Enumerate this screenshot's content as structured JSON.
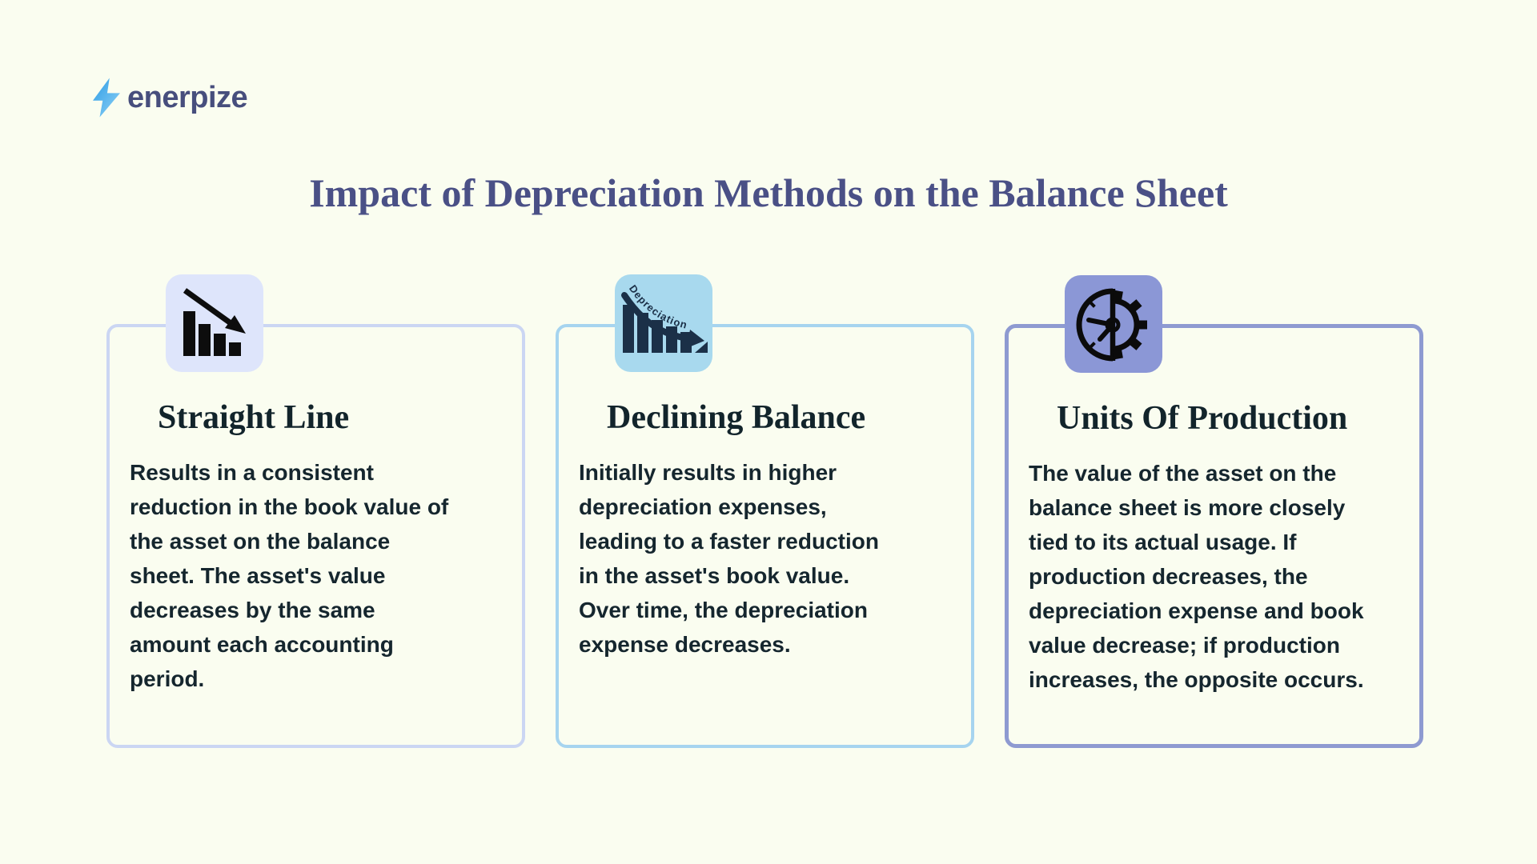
{
  "page": {
    "background_color": "#fafdf0"
  },
  "logo": {
    "text": "enerpize",
    "text_color": "#474e7d",
    "icon": "lightning-bolt-icon",
    "bolt_colors": [
      "#2d9ce5",
      "#8fd2f6"
    ]
  },
  "title": {
    "text": "Impact of Depreciation Methods on the Balance Sheet",
    "color": "#4a5086"
  },
  "cards": [
    {
      "id": "straight-line",
      "title": "Straight Line",
      "body": "Results in a consistent\nreduction in the book value of\nthe asset on the balance\nsheet. The asset's value\ndecreases by the same\namount each accounting\nperiod.",
      "border_color": "#cbd6f3",
      "icon": {
        "name": "declining-bar-chart-arrow-icon",
        "bg": "#dee5fb",
        "glyph_color": "#0d0d0d"
      }
    },
    {
      "id": "declining-balance",
      "title": "Declining Balance",
      "body": "Initially results in higher\ndepreciation expenses,\nleading to a faster reduction\nin the asset's book value.\nOver time, the depreciation\nexpense decreases.",
      "border_color": "#a6d4ef",
      "icon": {
        "name": "depreciation-curve-bars-icon",
        "bg": "#a8d9ee",
        "glyph_color": "#1b3048",
        "label": "Depreciation"
      }
    },
    {
      "id": "units-of-production",
      "title": "Units Of Production",
      "body": "The value of the asset on the\nbalance sheet is more closely\ntied to its actual usage. If\nproduction decreases, the\ndepreciation expense and book\nvalue decrease; if production\nincreases, the opposite occurs.",
      "border_color": "#8e9ad1",
      "icon": {
        "name": "clock-gear-icon",
        "bg": "#8b97d6",
        "glyph_color": "#0b0b0b"
      }
    }
  ]
}
